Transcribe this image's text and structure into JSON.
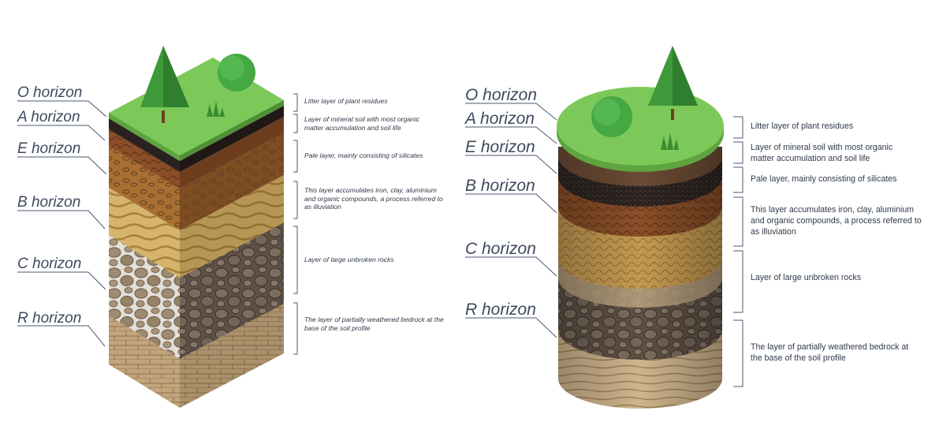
{
  "colors": {
    "grass": "#7cc95a",
    "bracket": "#4a5870",
    "label": "#3e4a5c"
  },
  "left_diagram": {
    "horizons": [
      {
        "label": "O horizon",
        "description": "Litter layer of plant residues"
      },
      {
        "label": "A horizon",
        "description": "Layer of mineral soil with most organic matter accumulation and soil life"
      },
      {
        "label": "E horizon",
        "description": "Pale layer, mainly consisting of silicates"
      },
      {
        "label": "B horizon",
        "description": "This layer accumulates iron, clay, aluminium and organic compounds, a process referred to as illuviation"
      },
      {
        "label": "C horizon",
        "description": "Layer of large unbroken rocks"
      },
      {
        "label": "R horizon",
        "description": "The layer of partially weathered bedrock at the base of the soil profile"
      }
    ]
  },
  "right_diagram": {
    "horizons": [
      {
        "label": "O horizon",
        "description": "Litter layer of plant residues"
      },
      {
        "label": "A horizon",
        "description": "Layer of mineral soil with most organic matter accumulation and soil life"
      },
      {
        "label": "E horizon",
        "description": "Pale layer, mainly consisting of silicates"
      },
      {
        "label": "B horizon",
        "description": "This layer accumulates iron, clay, aluminium and organic compounds, a process referred to as illuviation"
      },
      {
        "label": "C horizon",
        "description": "Layer of large unbroken rocks"
      },
      {
        "label": "R horizon",
        "description": "The layer of partially weathered bedrock at the base of the soil profile"
      }
    ]
  }
}
